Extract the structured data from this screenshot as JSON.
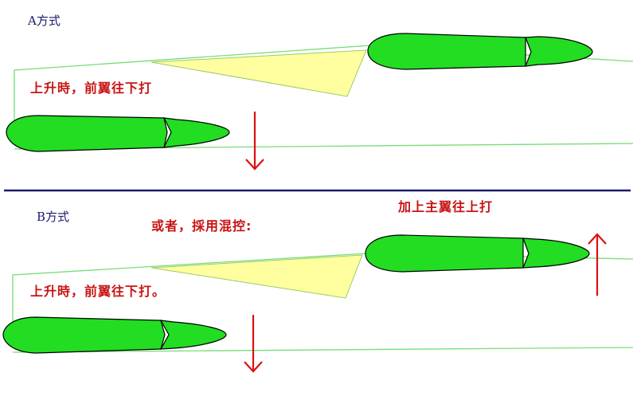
{
  "section_a": {
    "title": "A方式",
    "note": "上升時，前翼往下打"
  },
  "section_b": {
    "title": "B方式",
    "note_lower": "上升時，前翼往下打。",
    "note_alt": "或者，採用混控:",
    "note_main": "加上主翼往上打"
  },
  "colors": {
    "wing": "#22dd22",
    "outline": "#77dd77",
    "stabilizer": "#ffffa0",
    "arrow": "#dd1111",
    "divider": "#1a1a6e"
  }
}
